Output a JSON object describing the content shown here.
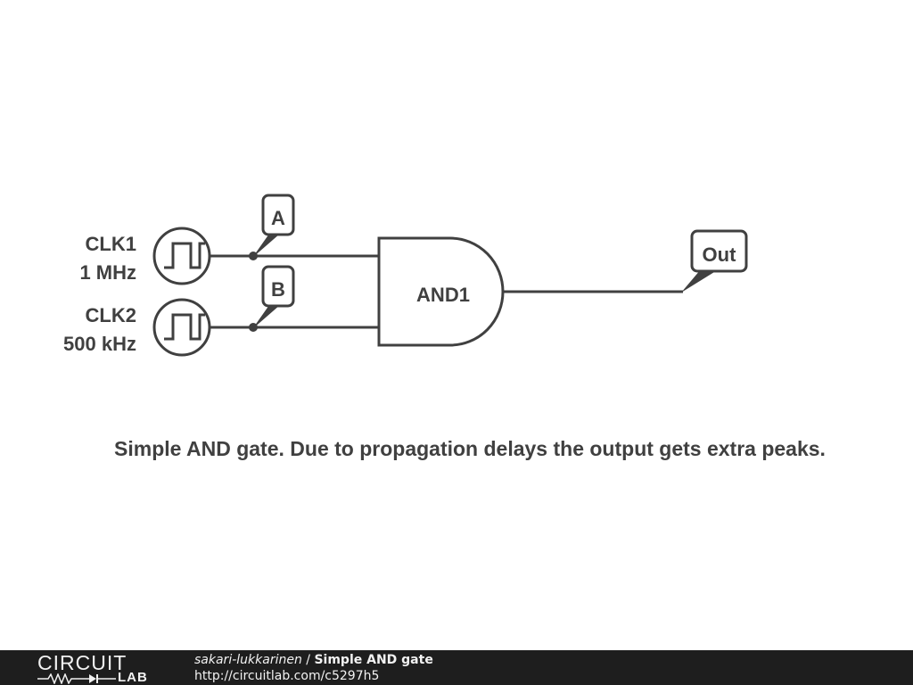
{
  "diagram": {
    "clk1": {
      "name": "CLK1",
      "freq": "1 MHz"
    },
    "clk2": {
      "name": "CLK2",
      "freq": "500 kHz"
    },
    "gate": {
      "name": "AND1"
    },
    "labels": {
      "a": "A",
      "b": "B",
      "out": "Out"
    },
    "caption": "Simple AND gate. Due to propagation delays the output gets extra peaks."
  },
  "footer": {
    "logo_top": "CIRCUIT",
    "logo_bottom": "LAB",
    "author": "sakari-lukkarinen",
    "separator": " / ",
    "title": "Simple AND gate",
    "url": "http://circuitlab.com/c5297h5"
  },
  "colors": {
    "ink": "#404040",
    "footer_bg": "#1e1e1e",
    "footer_text": "#f2f2f2"
  }
}
